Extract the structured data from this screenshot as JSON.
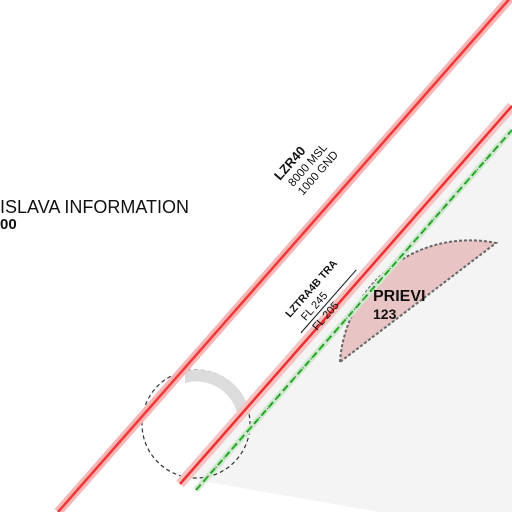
{
  "map": {
    "fir_label": {
      "name": "ISLAVA INFORMATION",
      "frequency": "00"
    },
    "airspaces": [
      {
        "id": "LZR40",
        "upper": "8000 MSL",
        "lower": "1000 GND",
        "border_color": "#ff4d4d"
      },
      {
        "id": "LZTRA4B TRA",
        "upper": "FL 245",
        "lower": "FL 205",
        "border_color": "#ff3333"
      }
    ],
    "controlled_zone": {
      "name": "PRIEVI",
      "frequency": "123",
      "fill_color": "#e5bcbc"
    },
    "boundary_color": "#22b022"
  }
}
